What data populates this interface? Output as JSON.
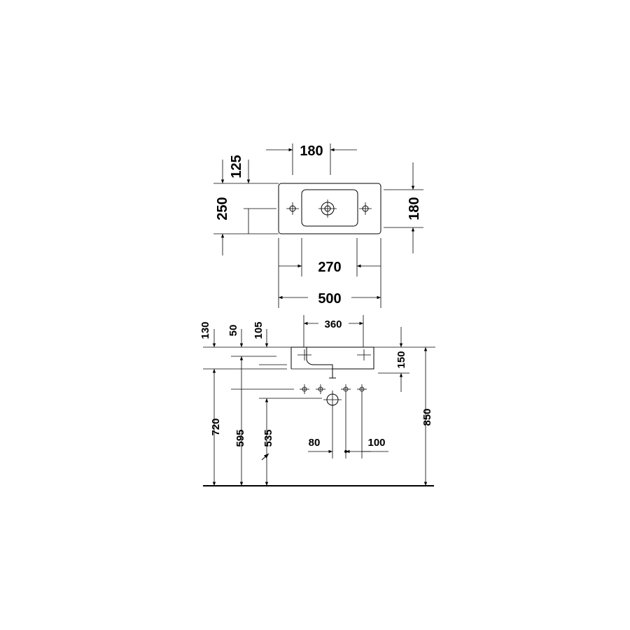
{
  "top_view": {
    "dims": {
      "overall_width": "500",
      "bowl_width": "270",
      "tap_spacing": "180",
      "overall_depth": "250",
      "bowl_offset": "125",
      "bowl_depth": "180"
    }
  },
  "side_view": {
    "dims": {
      "h_130": "130",
      "h_50": "50",
      "h_105": "105",
      "w_360": "360",
      "h_150": "150",
      "h_720": "720",
      "h_595": "595",
      "h_535": "535",
      "h_850": "850",
      "w_80": "80",
      "w_100": "100"
    }
  },
  "colors": {
    "line": "#000000",
    "background": "#ffffff"
  }
}
